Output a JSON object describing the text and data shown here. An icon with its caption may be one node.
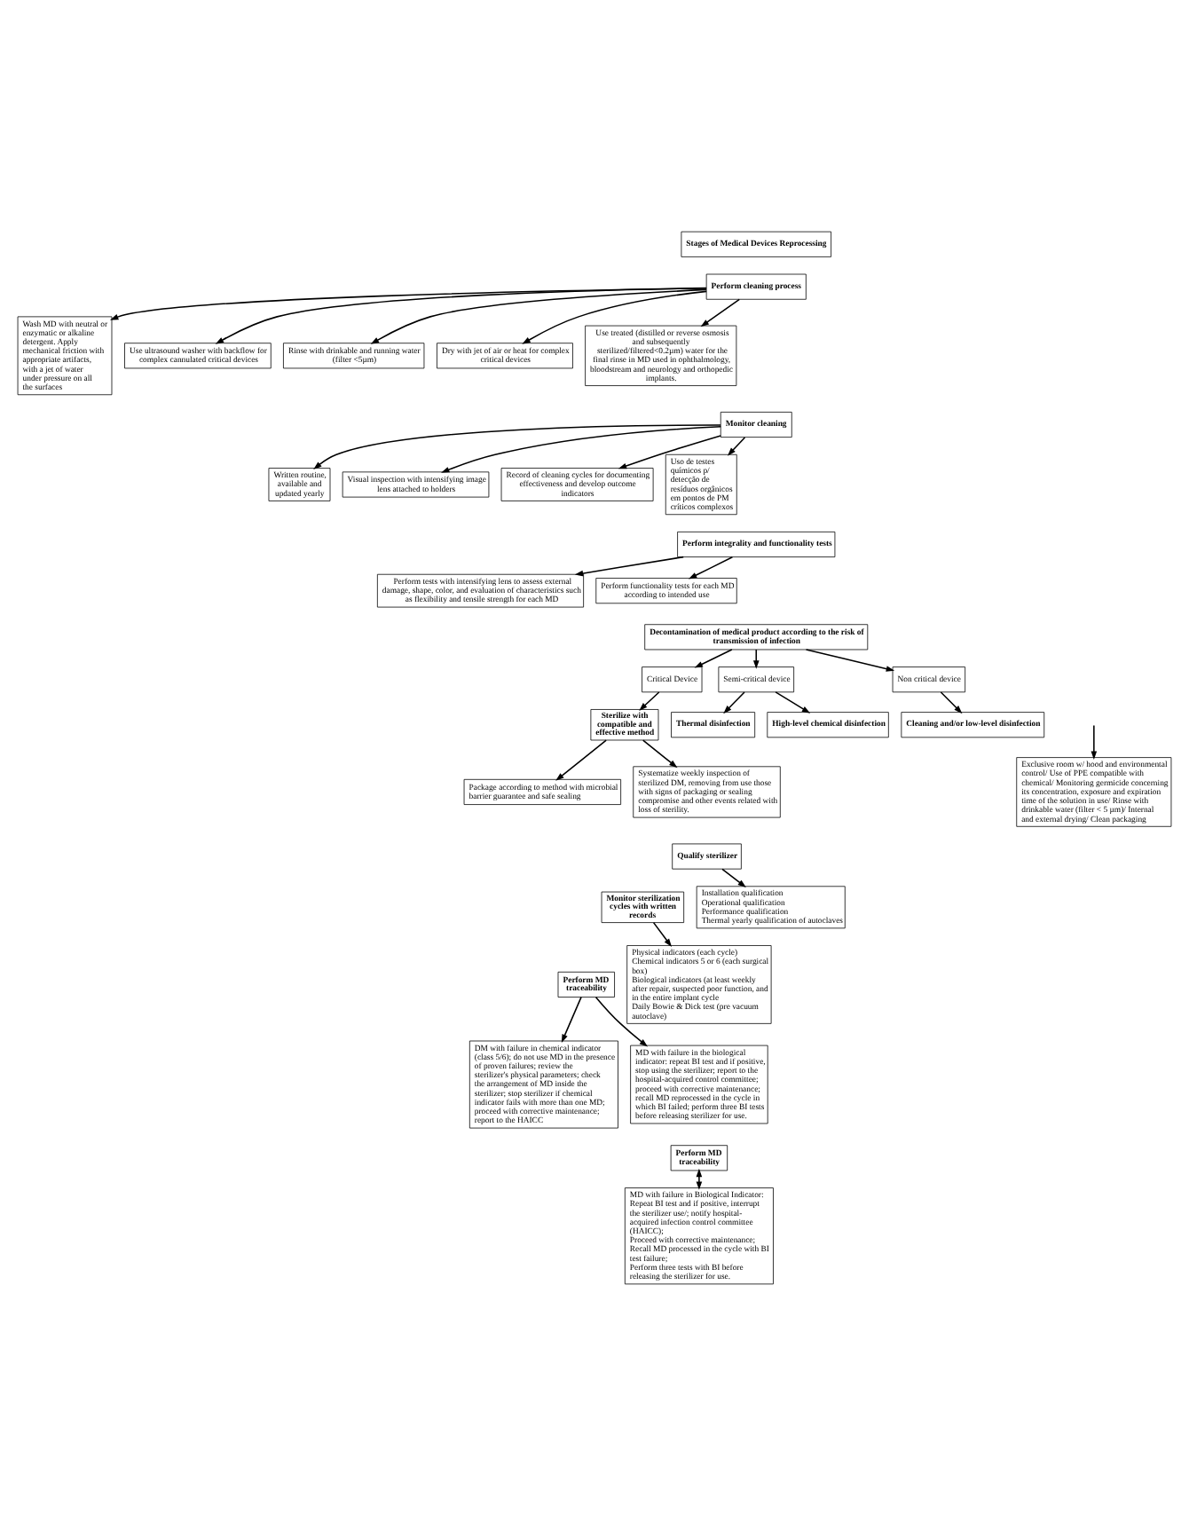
{
  "diagram": {
    "nodes": [
      {
        "text": [
          "Stages of Medical Devices Reprocessing"
        ]
      },
      {
        "text": [
          "Perform cleaning process"
        ]
      },
      {
        "text": [
          "Wash MD with neutral or enzymatic or alkaline detergent. Apply mechanical friction with appropriate artifacts, with a jet of water under pressure on all the surfaces"
        ]
      },
      {
        "text": [
          "Use ultrasound washer with backflow for complex cannulated critical devices"
        ]
      },
      {
        "text": [
          "Rinse with drinkable and running water (filter <5µm)"
        ]
      },
      {
        "text": [
          "Dry with jet of air or heat for complex critical devices"
        ]
      },
      {
        "text": [
          "Use treated (distilled or reverse osmosis and subsequently sterilized/filtered<0.2µm) water for the final rinse in MD used in ophthalmology, bloodstream and neurology and orthopedic implants."
        ]
      },
      {
        "text": [
          "Monitor cleaning"
        ]
      },
      {
        "text": [
          "Written routine, available and updated yearly"
        ]
      },
      {
        "text": [
          "Visual inspection with intensifying image lens attached to holders"
        ]
      },
      {
        "text": [
          "Record of cleaning cycles for documenting effectiveness and develop outcome indicators"
        ]
      },
      {
        "text": [
          "Uso de testes químicos p/ detecção de resíduos orgânicos em pontos de PM críticos complexos"
        ]
      },
      {
        "text": [
          "Perform integrality and functionality tests"
        ]
      },
      {
        "text": [
          "Perform tests with intensifying lens to assess external damage, shape, color, and evaluation of characteristics such as flexibility and tensile strength for each MD"
        ]
      },
      {
        "text": [
          "Perform functionality tests for each MD according to intended use"
        ]
      },
      {
        "text": [
          "Decontamination of medical product according to the risk of transmission of infection"
        ]
      },
      {
        "text": [
          "Critical Device"
        ]
      },
      {
        "text": [
          "Semi-critical device"
        ]
      },
      {
        "text": [
          "Thermal disinfection"
        ]
      },
      {
        "text": [
          "High-level chemical disinfection"
        ]
      },
      {
        "text": [
          "Non critical device"
        ]
      },
      {
        "text": [
          "Cleaning and/or low-level disinfection"
        ]
      },
      {
        "text": [
          "Sterilize with compatible and effective method"
        ]
      },
      {
        "text": [
          "Package according to method with microbial barrier guarantee and safe sealing"
        ]
      },
      {
        "text": [
          "Exclusive room w/ hood and environmental control/ Use of PPE compatible with chemical/ Monitoring germicide concerning its concentration, exposure and expiration time of the solution in use/ Rinse with drinkable water (filter < 5 µm)/ Internal and external drying/ Clean packaging"
        ]
      },
      {
        "text": [
          "Qualify sterilizer"
        ]
      },
      {
        "text": [
          "Systematize weekly inspection of sterilized DM, removing from use those with signs of packaging or sealing compromise and other events related with loss of sterility."
        ]
      },
      {
        "text": [
          "Monitor sterilization cycles with written records"
        ]
      },
      {
        "text": [
          "Installation qualification",
          "Operational qualification",
          "Performance qualification",
          "Thermal yearly qualification of autoclaves"
        ]
      },
      {
        "text": [
          "Perform MD traceability"
        ]
      },
      {
        "text": [
          "DM with failure in chemical indicator (class 5/6); do not use MD in the presence of proven failures; review the sterilizer's physical parameters; check the arrangement of MD inside the sterilizer; stop sterilizer if chemical indicator fails with more than one MD; proceed with corrective maintenance; report to the HAICC"
        ]
      },
      {
        "text": [
          "Physical indicators (each cycle)",
          "Chemical indicators 5 or 6 (each surgical box)",
          "Biological indicators (at least weekly after repair, suspected poor function, and in the entire implant cycle",
          "Daily Bowie & Dick test (pre vacuum autoclave)"
        ]
      },
      {
        "text": [
          "MD with failure in the biological indicator: repeat BI test and if positive, stop using the sterilizer; report to the hospital-acquired control committee; proceed with corrective maintenance; recall MD reprocessed in the cycle in which BI failed; perform three BI tests before releasing sterilizer for use."
        ]
      },
      {
        "text": [
          "Perform MD traceability"
        ]
      },
      {
        "text": [
          "MD with failure in Biological Indicator:",
          "Repeat BI test and if positive, interrupt the sterilizer use/; notify hospital-acquired infection control committee (HAICC);",
          "Proceed with corrective maintenance;",
          "Recall MD processed in the cycle with BI test failure;",
          "Perform three tests with BI before releasing the sterilizer for use."
        ]
      }
    ],
    "edges": [
      {
        "from": 1,
        "to": 2,
        "arrow": "to"
      },
      {
        "from": 1,
        "to": 3,
        "arrow": "to"
      },
      {
        "from": 1,
        "to": 5,
        "arrow": "to"
      },
      {
        "from": 1,
        "to": 6,
        "arrow": "to"
      },
      {
        "from": 1,
        "to": 4,
        "arrow": "to"
      },
      {
        "from": 7,
        "to": 8,
        "arrow": "to"
      },
      {
        "from": 7,
        "to": 9,
        "arrow": "to"
      },
      {
        "from": 7,
        "to": 10,
        "arrow": "to"
      },
      {
        "from": 7,
        "to": 11,
        "arrow": "to"
      },
      {
        "from": 12,
        "to": 13,
        "arrow": "to"
      },
      {
        "from": 12,
        "to": 14,
        "arrow": "to"
      },
      {
        "from": 15,
        "to": 16,
        "arrow": "to"
      },
      {
        "from": 15,
        "to": 17,
        "arrow": "to"
      },
      {
        "from": 15,
        "to": 20,
        "arrow": "to"
      },
      {
        "from": 17,
        "to": 18,
        "arrow": "to"
      },
      {
        "from": 17,
        "to": 19,
        "arrow": "to"
      },
      {
        "from": 20,
        "to": 21,
        "arrow": "to"
      },
      {
        "from": 16,
        "to": 22,
        "arrow": "to"
      },
      {
        "from": 22,
        "to": 23,
        "arrow": "to"
      },
      {
        "from": 22,
        "to": 26,
        "arrow": "to"
      },
      {
        "from": null,
        "to": 24,
        "arrow": "to"
      },
      {
        "from": 25,
        "to": 28,
        "arrow": "to"
      },
      {
        "from": 27,
        "to": 31,
        "arrow": "to"
      },
      {
        "from": 29,
        "to": 30,
        "arrow": "to"
      },
      {
        "from": 29,
        "to": 32,
        "arrow": "to"
      },
      {
        "from": 33,
        "to": 34,
        "arrow": "both"
      }
    ]
  }
}
